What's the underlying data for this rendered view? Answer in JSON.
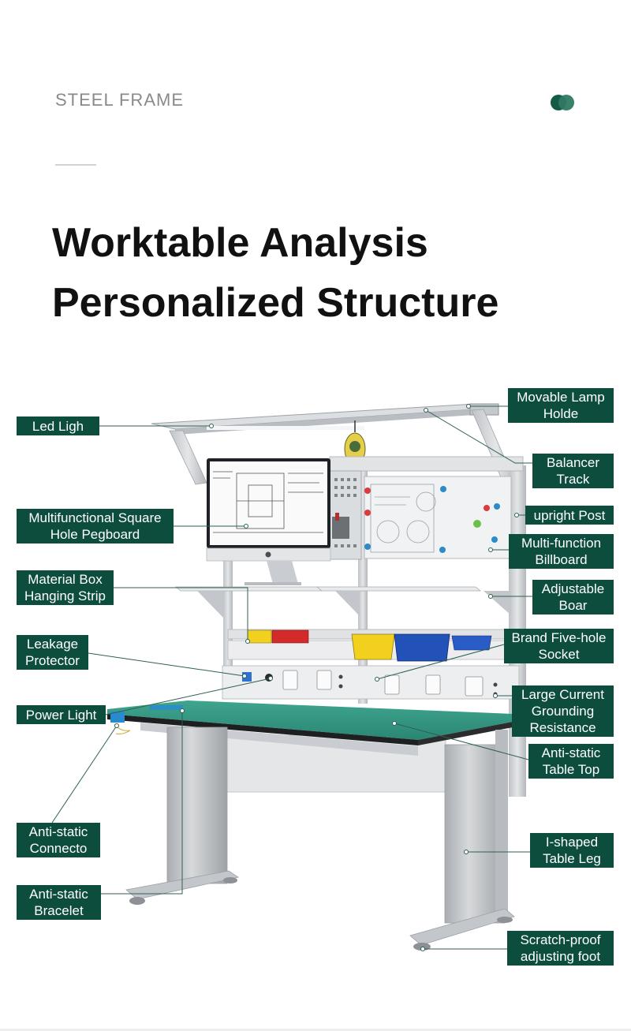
{
  "header": {
    "section_label": "STEEL FRAME",
    "title_line1": "Worktable Analysis",
    "title_line2": "Personalized Structure"
  },
  "colors": {
    "label_bg": "#0d4d3e",
    "label_text": "#ffffff",
    "leader_line": "#2f5f52",
    "dot_dark": "#145a47",
    "dot_light": "#2f7a63"
  },
  "labels": {
    "movable_lamp_holder": "Movable Lamp\nHolde",
    "led_light": "Led Ligh",
    "balancer_track": "Balancer\nTrack",
    "upright_post": "upright Post",
    "pegboard": "Multifunctional Square\nHole Pegboard",
    "billboard": "Multi-function\nBillboard",
    "material_box_strip": "Material Box\nHanging Strip",
    "adjustable_board": "Adjustable\nBoar",
    "leakage_protector": "Leakage\nProtector",
    "socket": "Brand Five-hole\nSocket",
    "power_light": "Power Light",
    "grounding_resistance": "Large Current\nGrounding\nResistance",
    "table_top": "Anti-static\nTable Top",
    "connector": "Anti-static\nConnecto",
    "table_leg": "I-shaped\nTable Leg",
    "bracelet": "Anti-static\nBracelet",
    "adjusting_foot": "Scratch-proof\nadjusting foot"
  },
  "icons": {
    "monitor_logo": "apple-logo-icon"
  }
}
